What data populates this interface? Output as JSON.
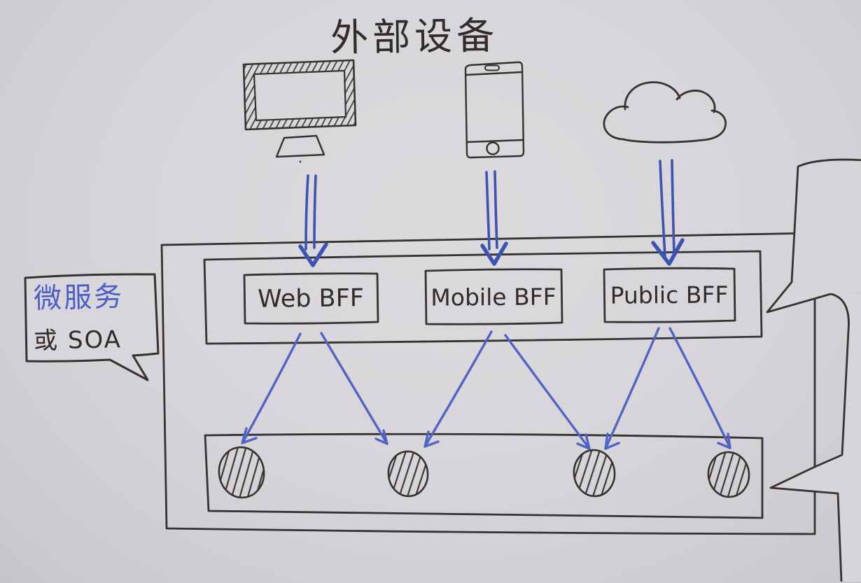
{
  "title": "外部设备",
  "annotation_bubble": {
    "line1": "微服务",
    "line2": "或 SOA"
  },
  "bff_layer": {
    "boxes": [
      {
        "label": "Web BFF"
      },
      {
        "label": "Mobile BFF"
      },
      {
        "label": "Public BFF"
      }
    ]
  },
  "devices": [
    {
      "name": "desktop-monitor"
    },
    {
      "name": "mobile-phone"
    },
    {
      "name": "cloud"
    }
  ],
  "services_layer": {
    "service_count": 4,
    "style": "hatched-circle"
  },
  "diagram": {
    "edges": [
      {
        "from": "desktop-monitor",
        "to": "Web BFF"
      },
      {
        "from": "mobile-phone",
        "to": "Mobile BFF"
      },
      {
        "from": "cloud",
        "to": "Public BFF"
      },
      {
        "from": "Web BFF",
        "to": "service-1"
      },
      {
        "from": "Web BFF",
        "to": "service-2"
      },
      {
        "from": "Mobile BFF",
        "to": "service-2"
      },
      {
        "from": "Mobile BFF",
        "to": "service-3"
      },
      {
        "from": "Public BFF",
        "to": "service-3"
      },
      {
        "from": "Public BFF",
        "to": "service-4"
      }
    ]
  },
  "colors": {
    "background": "#d7d5d9",
    "ink_black": "#35322f",
    "ink_blue_dark": "#3d53b2",
    "ink_blue_light": "#5064c5",
    "blue_text": "#4a5ec6"
  }
}
